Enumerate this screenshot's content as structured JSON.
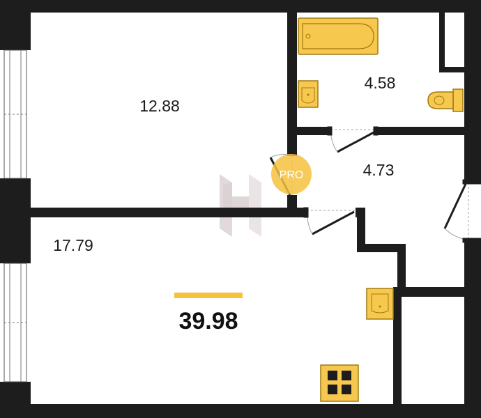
{
  "rooms": [
    {
      "id": "bedroom",
      "area": "12.88"
    },
    {
      "id": "bathroom",
      "area": "4.58"
    },
    {
      "id": "hallway",
      "area": "4.73"
    },
    {
      "id": "living-kitchen",
      "area": "17.79"
    }
  ],
  "total": {
    "area": "39.98"
  },
  "badge": {
    "text": "PRO"
  },
  "colors": {
    "wall": "#1d1d1d",
    "fixture_fill": "#f7c84e",
    "fixture_stroke": "#a07a10",
    "accent": "#f6c23e",
    "watermark": "#cfc4c4",
    "door_line": "#9aa0a6"
  },
  "icons": [
    "bathtub-icon",
    "sink-icon",
    "toilet-icon",
    "stove-icon",
    "window-icon",
    "door-icon",
    "watermark-logo-icon"
  ]
}
